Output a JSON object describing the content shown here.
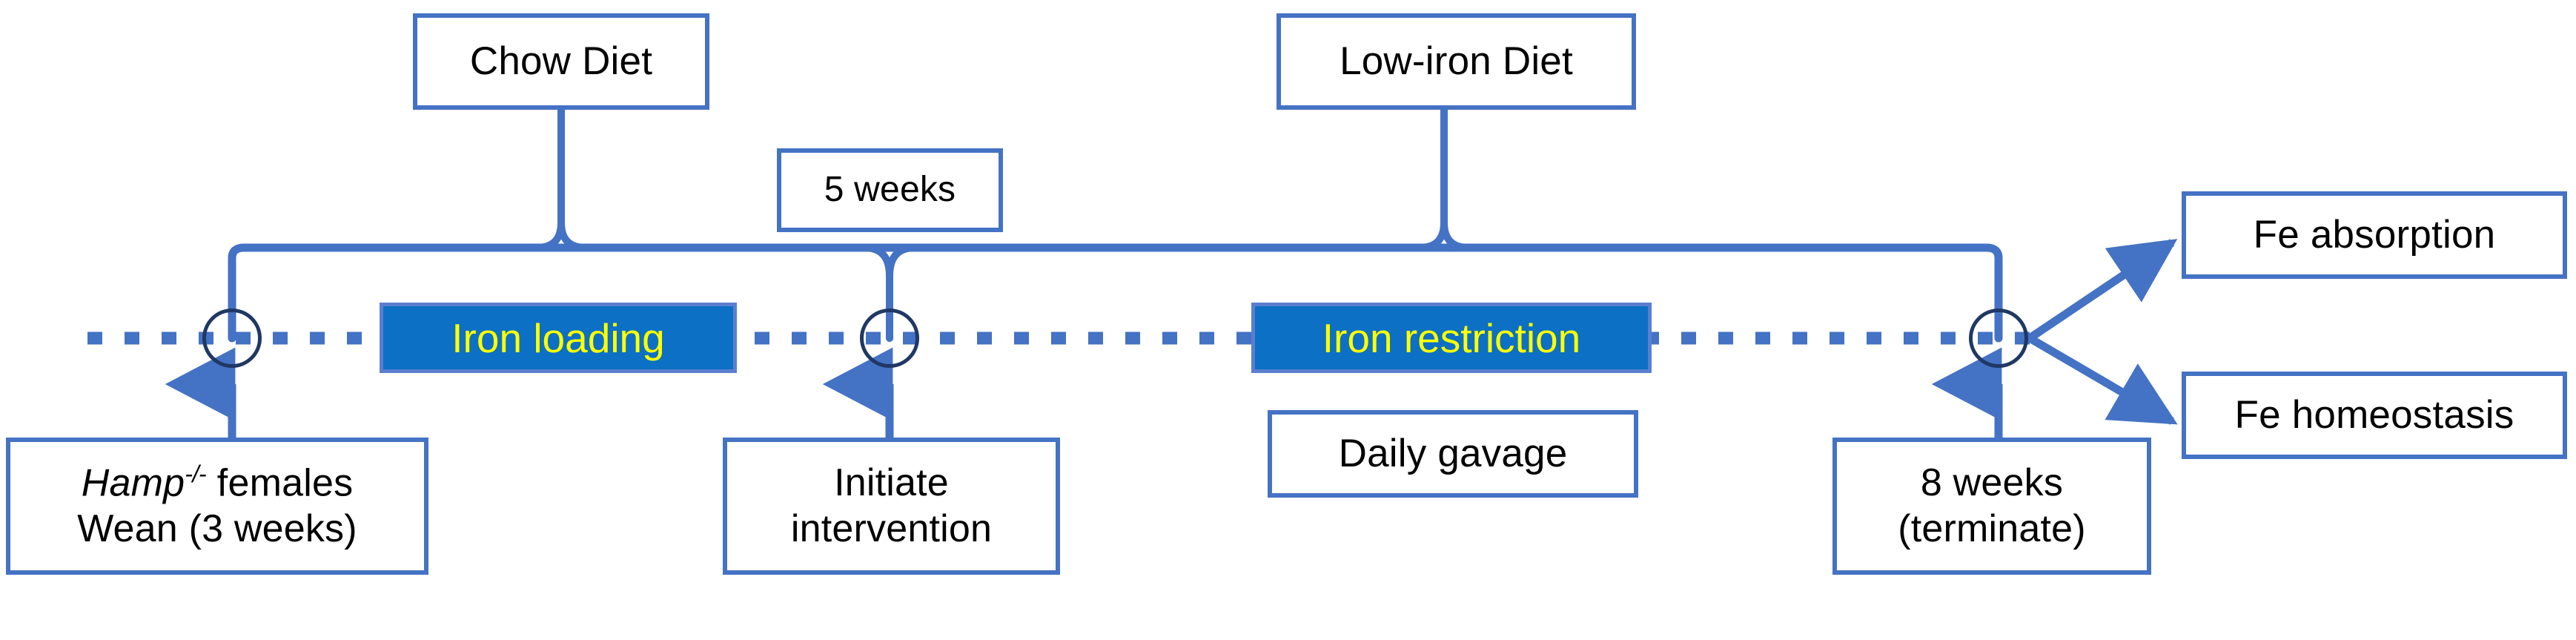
{
  "diagram": {
    "type": "experimental-timeline",
    "title_present": false,
    "colors": {
      "line_blue": "#4472C4",
      "phase_fill": "#0C70C4",
      "phase_text": "#FFFF00",
      "node_outline": "#1F3864",
      "box_border": "#4472C4",
      "background": "#FFFFFF",
      "text": "#000000"
    },
    "timeline_axis": {
      "style": "dotted",
      "color": "#4472C4"
    },
    "nodes": [
      {
        "id": "node-start",
        "name": "start-milestone-node"
      },
      {
        "id": "node-middle",
        "name": "intervention-milestone-node"
      },
      {
        "id": "node-end",
        "name": "terminate-milestone-node"
      }
    ],
    "phases": [
      {
        "id": "phase-iron-loading",
        "label": "Iron loading"
      },
      {
        "id": "phase-iron-restriction",
        "label": "Iron restriction"
      }
    ],
    "above_labels": [
      {
        "id": "chow-diet",
        "label": "Chow Diet"
      },
      {
        "id": "five-weeks",
        "label": "5 weeks"
      },
      {
        "id": "low-iron-diet",
        "label": "Low-iron Diet"
      }
    ],
    "below_labels": [
      {
        "id": "hamp-females",
        "line1_italic": "Hamp",
        "line1_sup": "-/-",
        "line1_rest": " females",
        "line2": "Wean (3 weeks)"
      },
      {
        "id": "initiate-intervention",
        "line1": "Initiate",
        "line2": "intervention"
      },
      {
        "id": "daily-gavage",
        "line1": "Daily gavage"
      },
      {
        "id": "eight-weeks-terminate",
        "line1": "8 weeks",
        "line2": "(terminate)"
      }
    ],
    "outcomes": [
      {
        "id": "fe-absorption",
        "label": "Fe absorption"
      },
      {
        "id": "fe-homeostasis",
        "label": "Fe homeostasis"
      }
    ]
  }
}
